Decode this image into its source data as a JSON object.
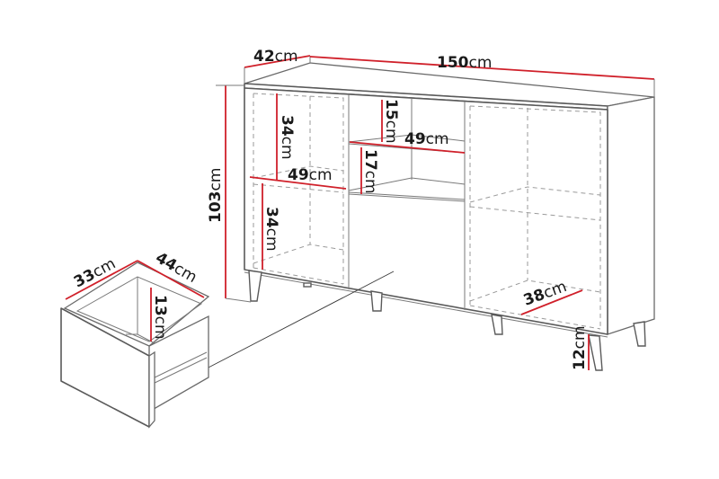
{
  "colors": {
    "dimension_line": "#d0202a",
    "outline": "#5a5a5a",
    "background": "#ffffff",
    "text": "#1a1a1a"
  },
  "unit": "cm",
  "cabinet": {
    "overall_depth": {
      "value": "42",
      "unit": "cm"
    },
    "overall_width": {
      "value": "150",
      "unit": "cm"
    },
    "overall_height": {
      "value": "103",
      "unit": "cm"
    },
    "left_upper_shelf_height": {
      "value": "34",
      "unit": "cm"
    },
    "left_shelf_width": {
      "value": "49",
      "unit": "cm"
    },
    "left_lower_shelf_height": {
      "value": "34",
      "unit": "cm"
    },
    "middle_top_compartment_height": {
      "value": "15",
      "unit": "cm"
    },
    "middle_shelf_width": {
      "value": "49",
      "unit": "cm"
    },
    "middle_second_compartment_height": {
      "value": "17",
      "unit": "cm"
    },
    "right_inner_depth": {
      "value": "38",
      "unit": "cm"
    },
    "leg_height": {
      "value": "12",
      "unit": "cm"
    }
  },
  "drawer": {
    "width": {
      "value": "33",
      "unit": "cm"
    },
    "depth": {
      "value": "44",
      "unit": "cm"
    },
    "height": {
      "value": "13",
      "unit": "cm"
    }
  }
}
